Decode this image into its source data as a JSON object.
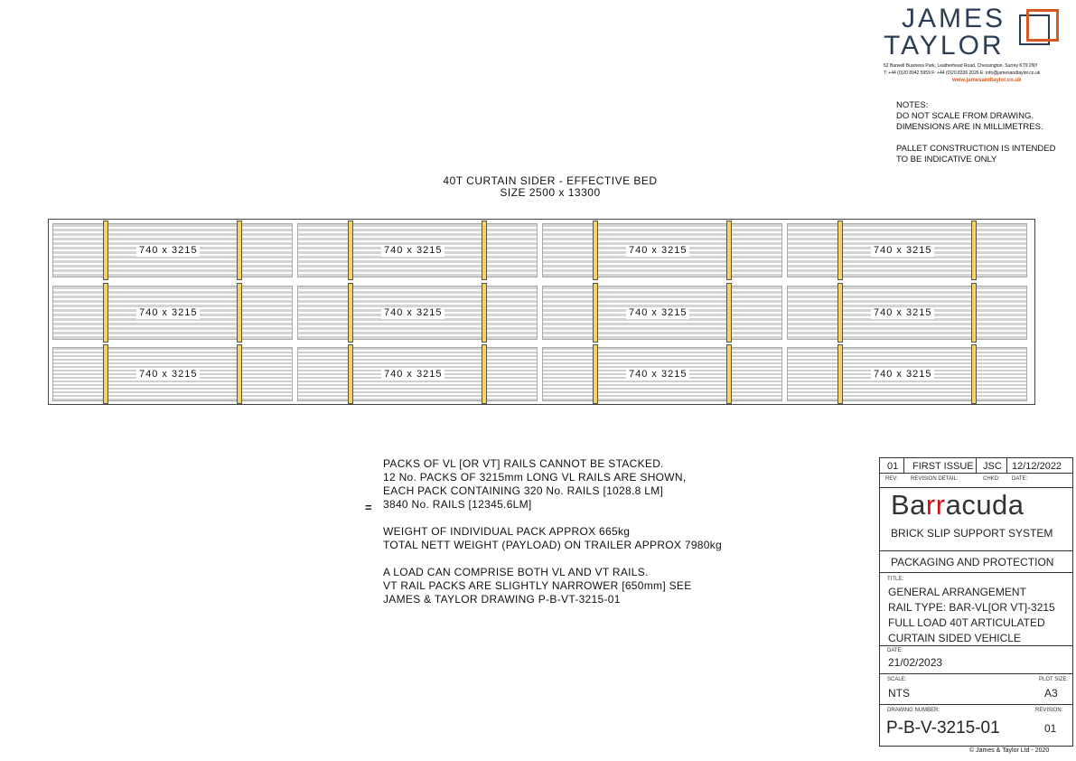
{
  "company": {
    "name_line1": "JAMES",
    "name_line2": "TAYLOR",
    "address": "52 Barwell Business Park, Leatherhead Road, Chessington, Surrey KT9 2NY",
    "contact": "T: +44 (0)20 8942 5959 F: +44 (0)20 8336 2026 E: info@jamesandtaylor.co.uk",
    "website": "www.jamesandtaylor.co.uk"
  },
  "notes": [
    "NOTES:",
    "DO NOT SCALE FROM DRAWING.",
    "DIMENSIONS ARE IN MILLIMETRES.",
    "",
    "PALLET CONSTRUCTION IS INTENDED",
    "TO BE INDICATIVE ONLY"
  ],
  "bed": {
    "title_line1": "40T CURTAIN SIDER - EFFECTIVE BED",
    "title_line2": "SIZE 2500 x 13300",
    "pack_label": "740 x 3215"
  },
  "info": {
    "lines": [
      "PACKS OF VL [OR VT] RAILS CANNOT BE STACKED.",
      "12 No. PACKS OF 3215mm LONG VL RAILS ARE SHOWN,",
      "EACH PACK CONTAINING 320 No. RAILS [1028.8 LM]",
      "3840 No. RAILS [12345.6LM]",
      "",
      "WEIGHT OF INDIVIDUAL PACK APPROX 665kg",
      "TOTAL NETT WEIGHT (PAYLOAD) ON TRAILER APPROX 7980kg",
      "",
      "A LOAD CAN COMPRISE BOTH VL AND VT RAILS.",
      "VT RAIL PACKS ARE SLIGHTLY NARROWER [650mm] SEE",
      "JAMES & TAYLOR DRAWING P-B-VT-3215-01"
    ],
    "equals": "="
  },
  "title_block": {
    "rev": "01",
    "revision_detail": "FIRST ISSUE",
    "chkd": "JSC",
    "rev_date": "12/12/2022",
    "rev_label": "REV:",
    "revision_detail_label": "REVISION DETAIL:",
    "chkd_label": "CHKD:",
    "date_label_small": "DATE:",
    "brand_pre": "Ba",
    "brand_mid": "rr",
    "brand_post": "acuda",
    "brand_color": "#d0111b",
    "brand_sub": "BRICK SLIP SUPPORT SYSTEM",
    "section": "PACKAGING AND PROTECTION",
    "title_label": "TITLE:",
    "title_lines": [
      "GENERAL ARRANGEMENT",
      "RAIL TYPE: BAR-VL[OR VT]-3215",
      "FULL LOAD 40T ARTICULATED",
      "CURTAIN SIDED VEHICLE"
    ],
    "date_label": "DATE:",
    "date": "21/02/2023",
    "scale_label": "SCALE:",
    "scale": "NTS",
    "plot_label": "PLOT SIZE:",
    "plot": "A3",
    "drawing_label": "DRAWING NUMBER:",
    "drawing_number": "P-B-V-3215-01",
    "revision_label": "REVISION:",
    "revision": "01",
    "copyright": "© James & Taylor Ltd - 2020"
  }
}
